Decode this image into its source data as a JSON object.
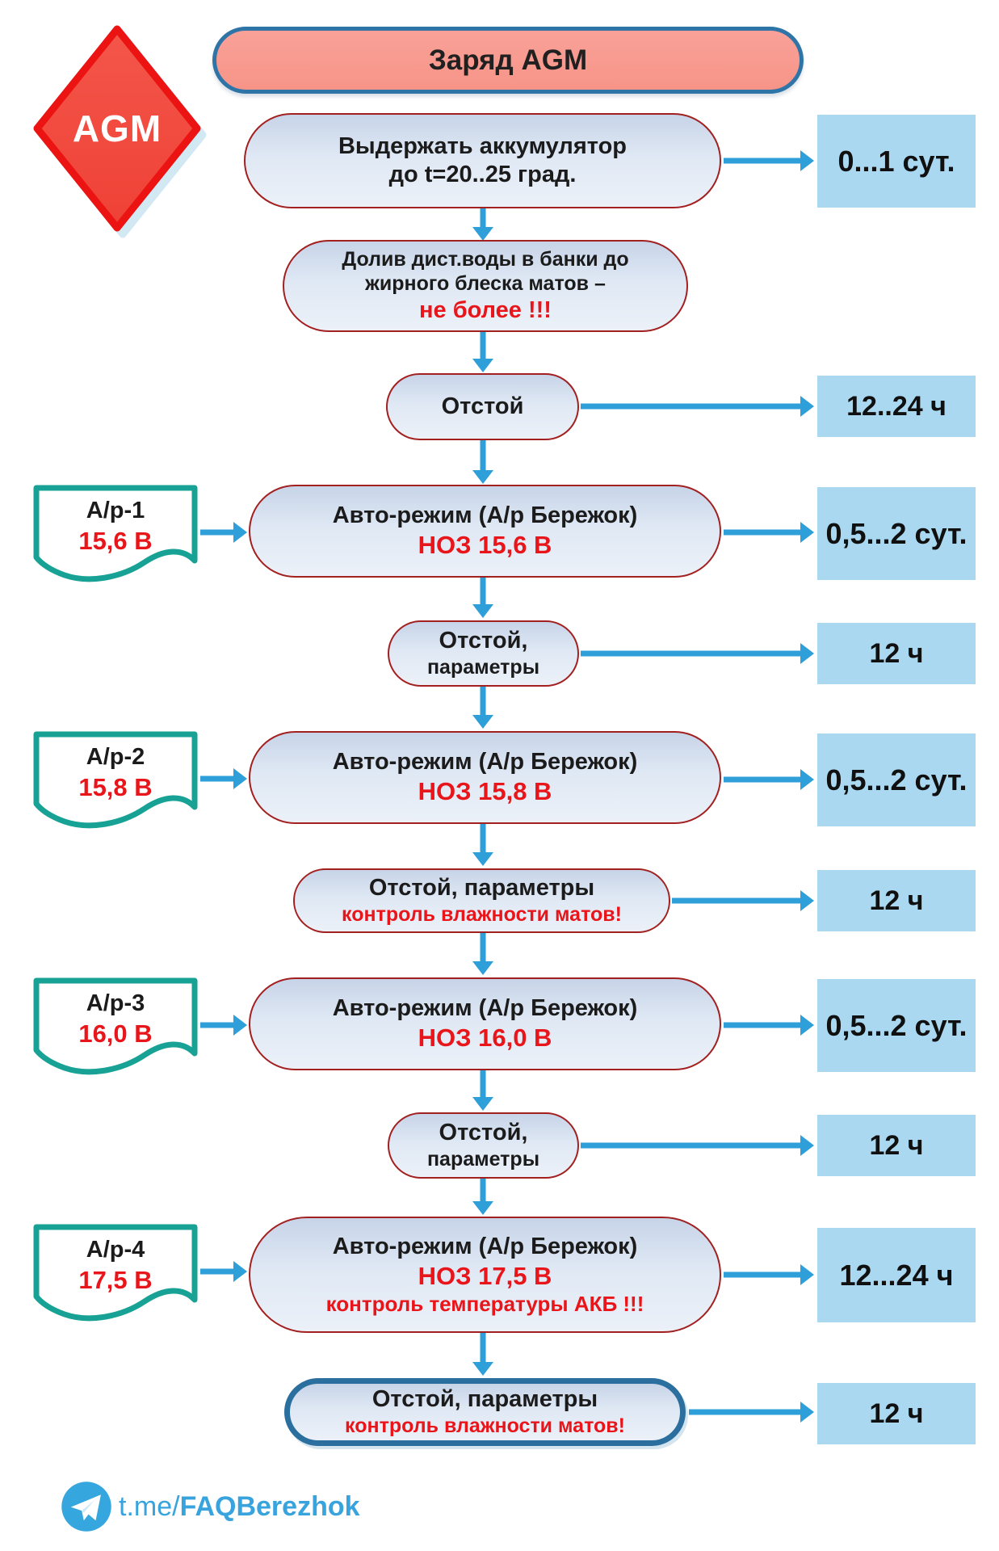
{
  "badge": {
    "label": "AGM"
  },
  "title": {
    "label": "Заряд AGM"
  },
  "steps": {
    "hold": {
      "l1": "Выдержать аккумулятор",
      "l2": "до t=20..25 град."
    },
    "refill": {
      "l1": "Долив дист.воды в банки до",
      "l2": "жирного блеска матов –",
      "warn": "не более !!!"
    },
    "rest1": {
      "l1": "Отстой"
    },
    "auto1": {
      "l1": "Авто-режим (А/р Бережок)",
      "voltage": "НОЗ 15,6 В"
    },
    "rest2": {
      "l1": "Отстой,",
      "l2": "параметры"
    },
    "auto2": {
      "l1": "Авто-режим (А/р Бережок)",
      "voltage": "НОЗ 15,8 В"
    },
    "rest3": {
      "l1": "Отстой, параметры",
      "warn": "контроль влажности матов!"
    },
    "auto3": {
      "l1": "Авто-режим (А/р Бережок)",
      "voltage": "НОЗ 16,0 В"
    },
    "rest4": {
      "l1": "Отстой,",
      "l2": "параметры"
    },
    "auto4": {
      "l1": "Авто-режим (А/р Бережок)",
      "voltage": "НОЗ 17,5 В",
      "warn": "контроль температуры АКБ !!!"
    },
    "rest5": {
      "l1": "Отстой, параметры",
      "warn": "контроль влажности матов!"
    }
  },
  "docs": {
    "d1": {
      "name": "А/р-1",
      "voltage": "15,6 В"
    },
    "d2": {
      "name": "А/р-2",
      "voltage": "15,8 В"
    },
    "d3": {
      "name": "А/р-3",
      "voltage": "16,0 В"
    },
    "d4": {
      "name": "А/р-4",
      "voltage": "17,5 В"
    }
  },
  "durations": {
    "t1": "0...1 сут.",
    "t2": "12..24 ч",
    "t3": "0,5...2 сут.",
    "t4": "12 ч",
    "t5": "0,5...2 сут.",
    "t6": "12 ч",
    "t7": "0,5...2 сут.",
    "t8": "12 ч",
    "t9": "12...24 ч",
    "t10": "12 ч"
  },
  "footer": {
    "prefix": "t.me/",
    "handle": "FAQBerezhok"
  },
  "colors": {
    "arrow_blue": "#2e9fd9",
    "box_border_red": "#a32020",
    "warn_red": "#e8151a",
    "time_fill": "#a9d8f0",
    "title_fill": "#f89a90",
    "title_border": "#2e74a6",
    "doc_border": "#18a295",
    "diamond_red": "#ee2222",
    "telegram_blue": "#38a3dc"
  }
}
